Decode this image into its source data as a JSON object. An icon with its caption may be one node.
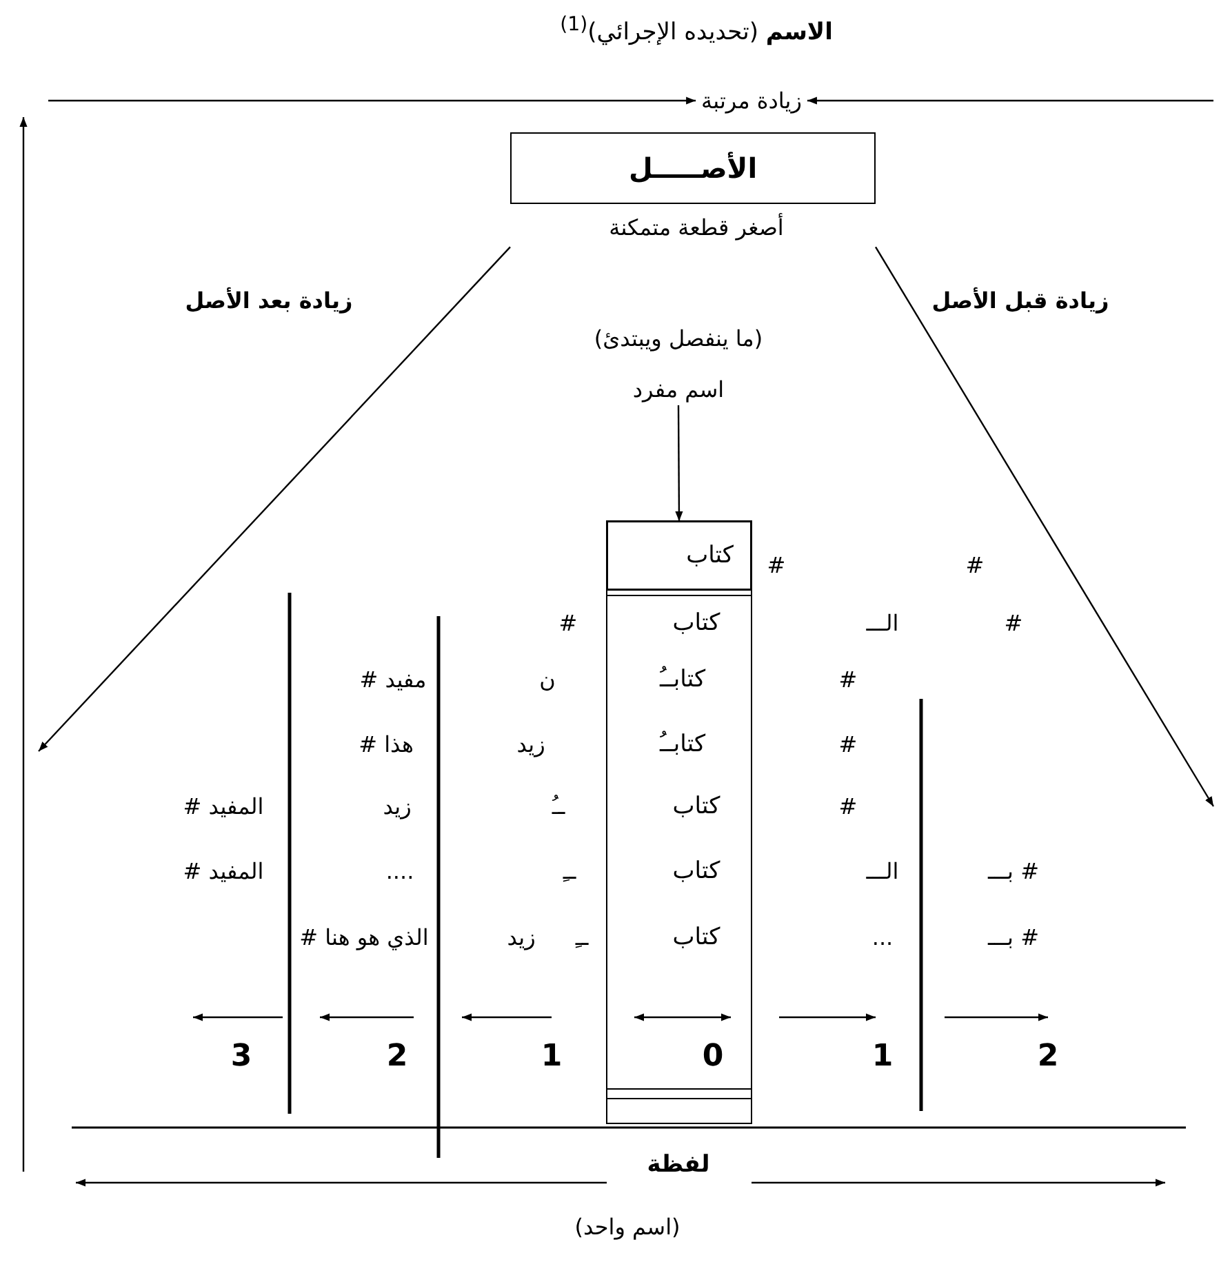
{
  "diagram": {
    "title": "**الاسم** (تحديده الإجرائي)$^{(1)}$",
    "nodes": [
      {
        "text": [
          "زيادة مرتبة"
        ]
      },
      {
        "text": [
          "الأصـــــل"
        ],
        "beside": [
          "أصغر قطعة متمكنة"
        ]
      },
      {
        "text": [
          "(ما ينفصل ويبتدئ)",
          "اسم مفرد"
        ]
      },
      {
        "text": [
          "كتاب"
        ]
      }
    ],
    "edges": [
      {
        "from": null,
        "to": 0,
        "arrow": "to"
      },
      {
        "from": null,
        "to": 0,
        "arrow": "to"
      },
      {
        "from": 1,
        "to": null,
        "arrow": "to"
      },
      {
        "from": 1,
        "to": null,
        "arrow": "to"
      },
      {
        "from": 2,
        "to": 3,
        "arrow": "to"
      }
    ],
    "labels": [
      "زيادة قبل الأصل",
      "زيادة بعد الأصل",
      "#",
      "#",
      "#",
      "الـــ",
      "كتاب",
      "#",
      "#",
      "كتابــُ",
      "ن",
      "مفيد #",
      "#",
      "كتابــُ",
      "زيد",
      "هذا #",
      "#",
      "كتاب",
      "ــُ",
      "زيد",
      "المفيد #",
      "# بـــ",
      "الـــ",
      "كتاب",
      "ــِ",
      "....",
      "المفيد #",
      "# بـــ",
      "...",
      "كتاب",
      "ــِ",
      "زيد",
      "الذي هو هنا #",
      "2",
      "1",
      "0",
      "1",
      "2",
      "3",
      "لفظة",
      "(اسم واحد)"
    ]
  }
}
